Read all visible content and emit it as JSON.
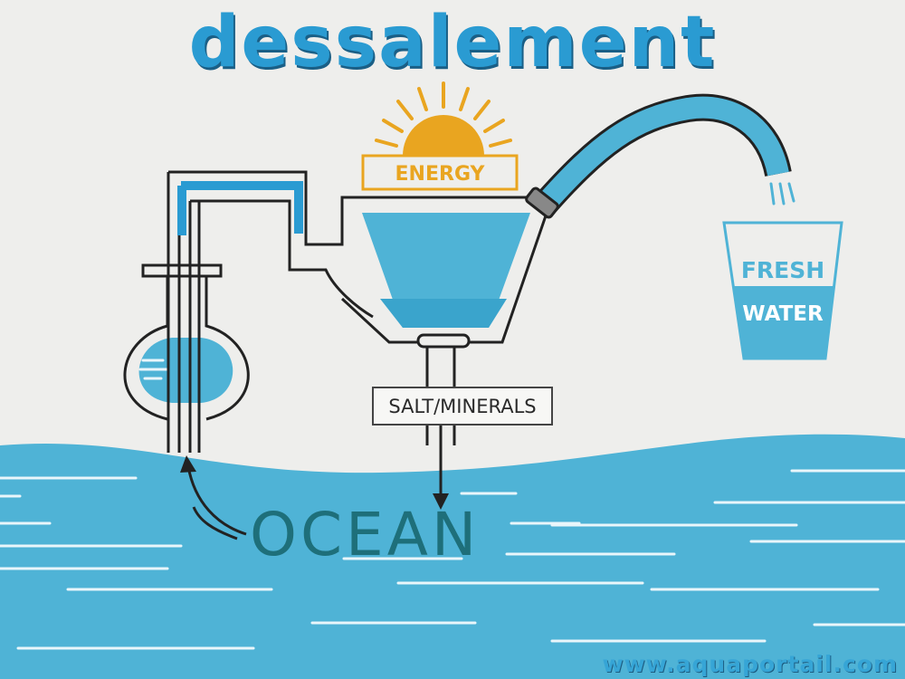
{
  "title": "dessalement",
  "labels": {
    "energy": "ENERGY",
    "salt_minerals": "SALT/MINERALS",
    "fresh": "FRESH",
    "water": "WATER",
    "ocean": "OCEAN"
  },
  "watermark": "www.aquaportail.com",
  "colors": {
    "water_blue": "#4fb3d6",
    "sun_orange": "#e9a520",
    "outline": "#222222",
    "ocean_text": "#1e6f7a"
  }
}
